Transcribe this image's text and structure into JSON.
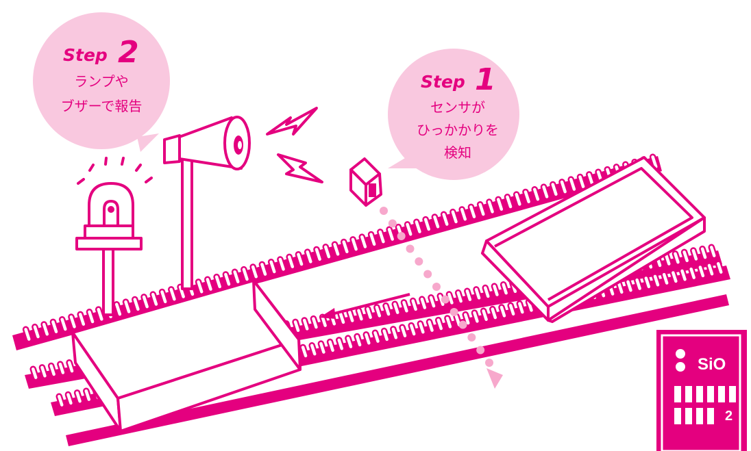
{
  "colors": {
    "accent": "#e4007f",
    "bubble": "#f9c8df",
    "background": "#ffffff",
    "dot": "#f7a8cc"
  },
  "steps": [
    {
      "word": "Step",
      "number": "2",
      "lines": [
        "ランプや",
        "ブザーで報告"
      ]
    },
    {
      "word": "Step",
      "number": "1",
      "lines": [
        "センサが",
        "ひっかかりを",
        "検知"
      ]
    }
  ],
  "device": {
    "brand": "SiO",
    "model_number": "2"
  },
  "icons": [
    "warning-lamp-icon",
    "megaphone-icon",
    "sound-wave-icon",
    "sensor-icon",
    "conveyor-belt",
    "product-box"
  ]
}
